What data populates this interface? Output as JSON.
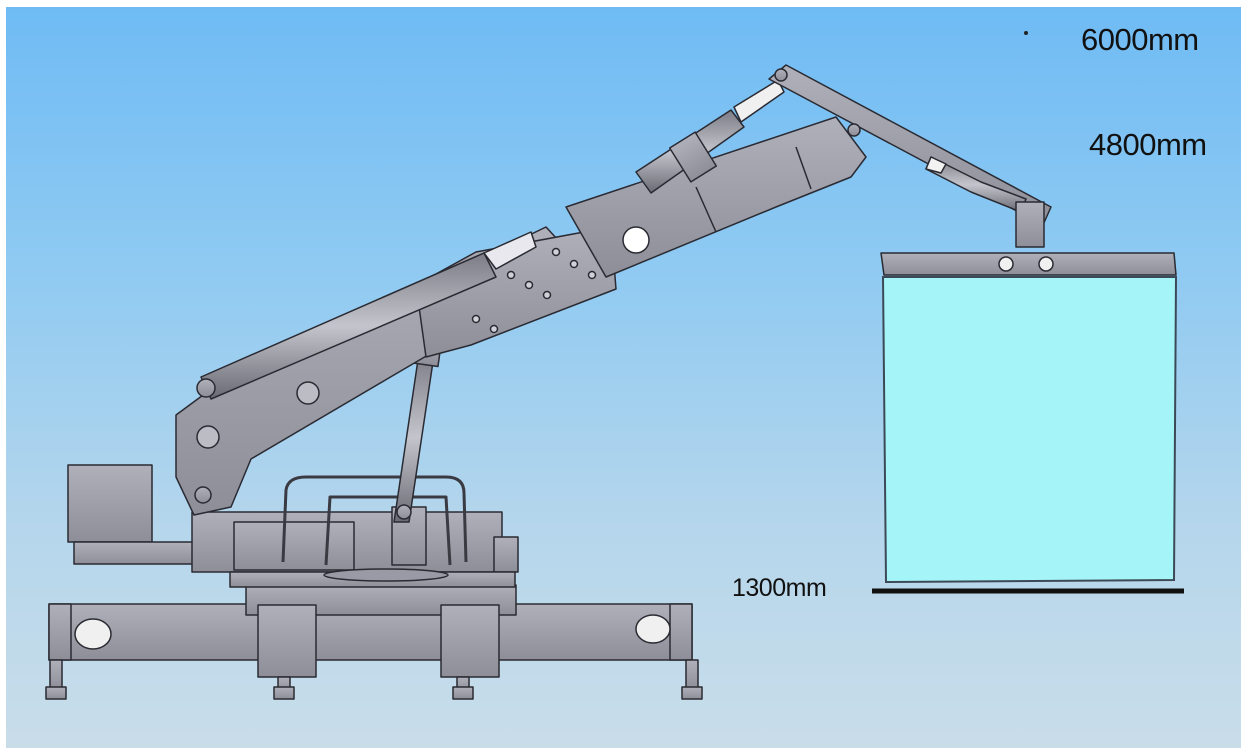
{
  "dimensions": {
    "top_height": "6000mm",
    "mid_height": "4800mm",
    "base_height": "1300mm"
  },
  "colors": {
    "machine_body": "#a1a1ab",
    "machine_edge": "#2a2a32",
    "panel_fill": "#a4f4f8",
    "panel_edge": "#3b4a56",
    "ground_line": "#111111"
  }
}
